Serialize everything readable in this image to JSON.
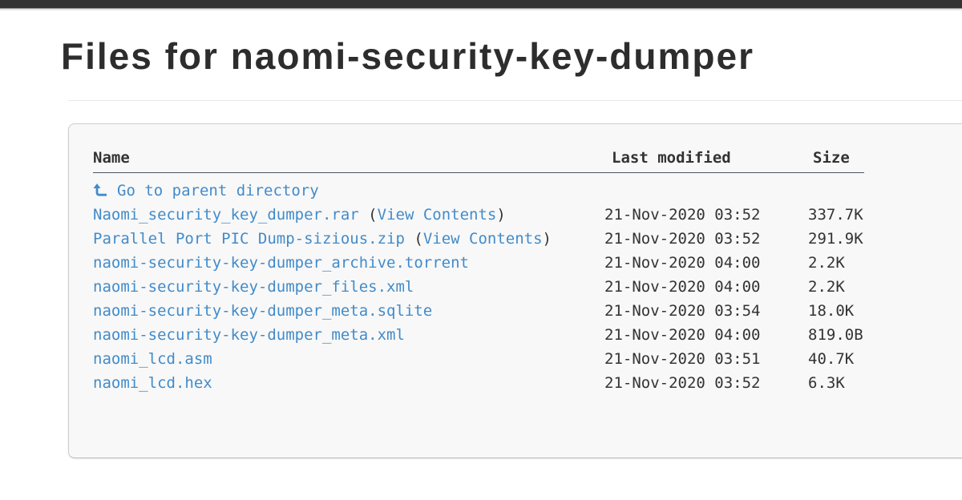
{
  "page": {
    "title": "Files for naomi-security-key-dumper"
  },
  "colors": {
    "link_blue": "#428bca",
    "text_dark": "#333333",
    "card_background": "#f8f8f8",
    "topbar_background": "#333333",
    "header_underline": "#4d5560",
    "title_divider": "#e7e7e7"
  },
  "table": {
    "columns": {
      "name": "Name",
      "last_modified": "Last modified",
      "size": "Size"
    },
    "parent": {
      "icon": "level-up-arrow-icon",
      "label": "Go to parent directory"
    },
    "paren_open": " (",
    "paren_close": ")",
    "rows": [
      {
        "name": "Naomi_security_key_dumper.rar",
        "view_contents": "View Contents",
        "last_modified": "21-Nov-2020 03:52",
        "size": "337.7K"
      },
      {
        "name": "Parallel Port PIC Dump-sizious.zip",
        "view_contents": "View Contents",
        "last_modified": "21-Nov-2020 03:52",
        "size": "291.9K"
      },
      {
        "name": "naomi-security-key-dumper_archive.torrent",
        "last_modified": "21-Nov-2020 04:00",
        "size": "2.2K"
      },
      {
        "name": "naomi-security-key-dumper_files.xml",
        "last_modified": "21-Nov-2020 04:00",
        "size": "2.2K"
      },
      {
        "name": "naomi-security-key-dumper_meta.sqlite",
        "last_modified": "21-Nov-2020 03:54",
        "size": "18.0K"
      },
      {
        "name": "naomi-security-key-dumper_meta.xml",
        "last_modified": "21-Nov-2020 04:00",
        "size": "819.0B"
      },
      {
        "name": "naomi_lcd.asm",
        "last_modified": "21-Nov-2020 03:51",
        "size": "40.7K"
      },
      {
        "name": "naomi_lcd.hex",
        "last_modified": "21-Nov-2020 03:52",
        "size": "6.3K"
      }
    ]
  }
}
